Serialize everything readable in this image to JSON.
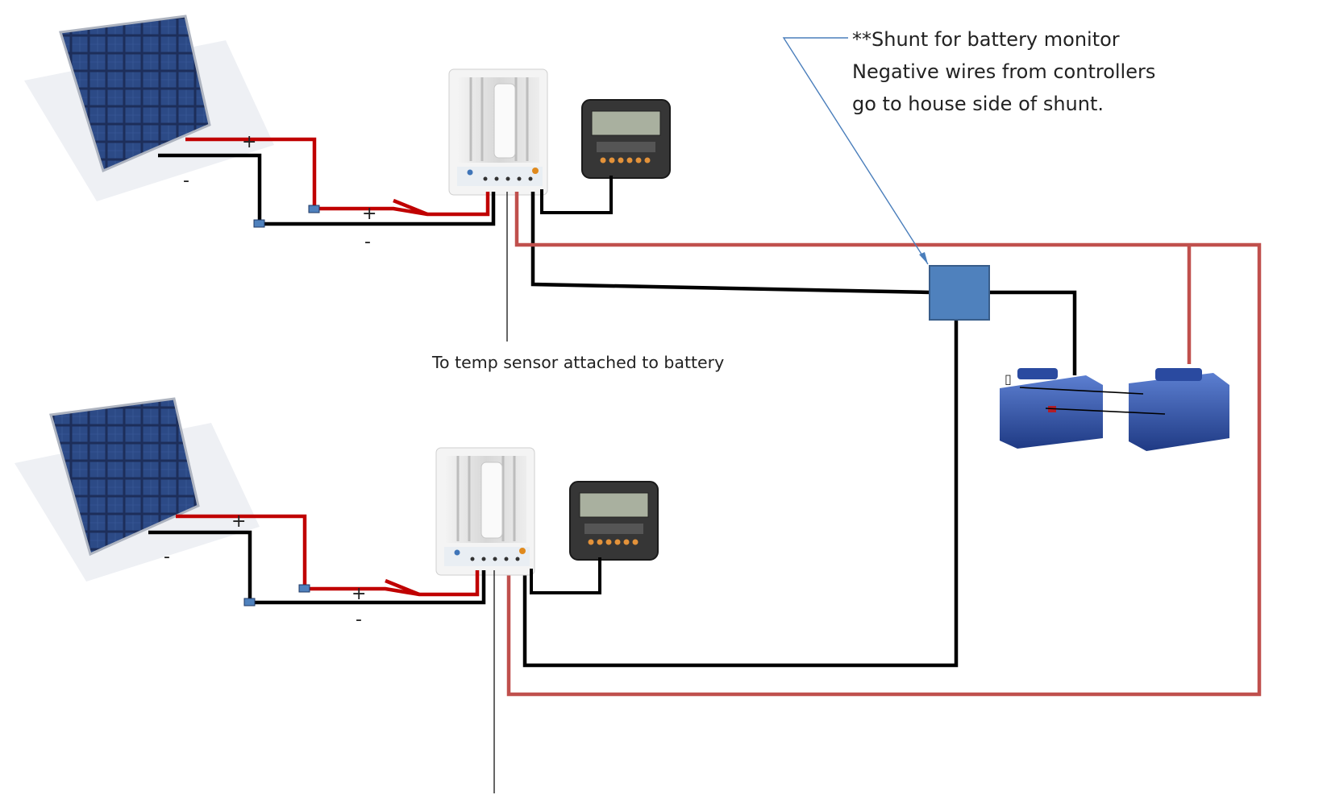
{
  "annotations": {
    "shunt_note_line1": "**Shunt for battery monitor",
    "shunt_note_line2": "Negative wires from controllers",
    "shunt_note_line3": "go to house side of shunt.",
    "temp_sensor": "To temp sensor attached to battery",
    "battery_marker": "▯"
  },
  "polarity": {
    "plus": "+",
    "minus": "-"
  },
  "colors": {
    "positive_wire": "#c00000",
    "battery_positive_wire": "#c0504d",
    "negative_wire": "#000000",
    "shunt_fill": "#4f81bd",
    "leader_line": "#4a7ebb"
  }
}
